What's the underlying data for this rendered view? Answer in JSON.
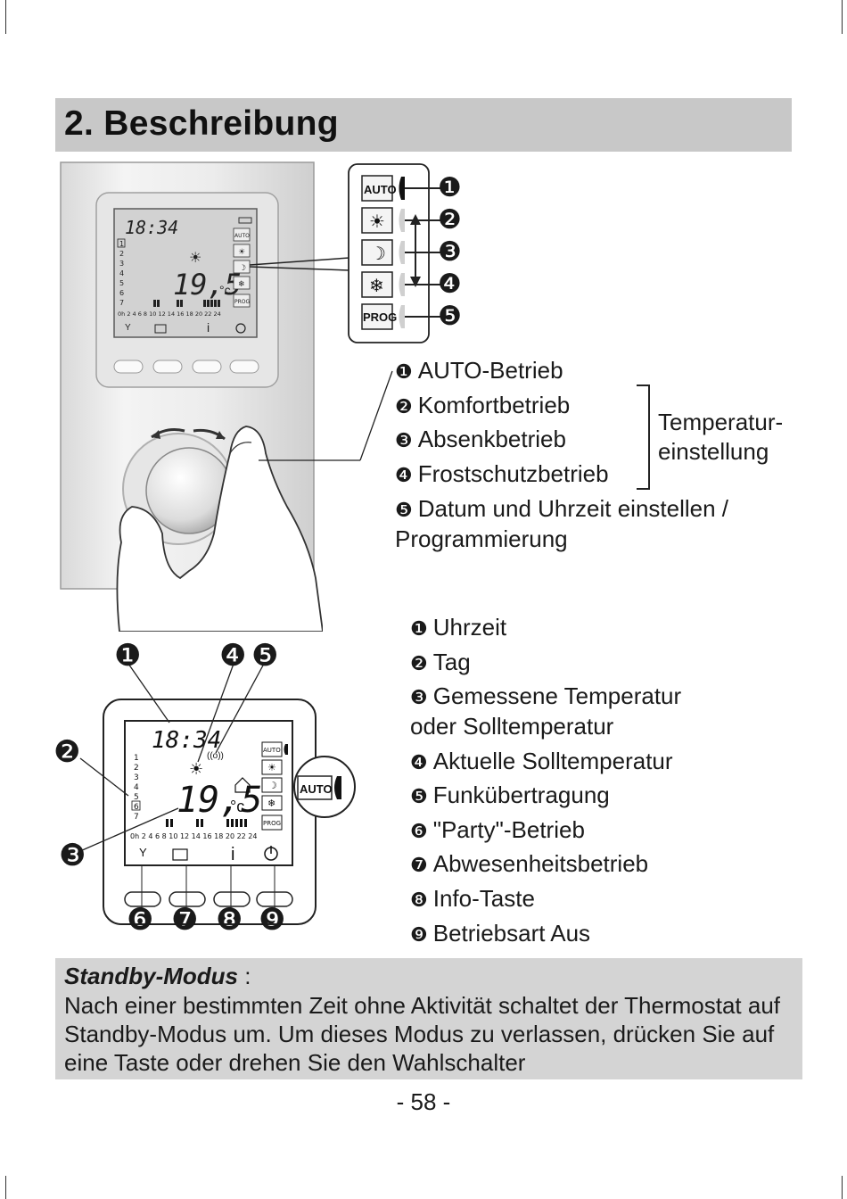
{
  "header": {
    "title": "2. Beschreibung"
  },
  "mode_panel": {
    "buttons": [
      {
        "label": "AUTO",
        "icon": "auto-icon"
      },
      {
        "label": "",
        "icon": "sun-icon"
      },
      {
        "label": "",
        "icon": "moon-icon"
      },
      {
        "label": "",
        "icon": "snowflake-icon"
      },
      {
        "label": "PROG",
        "icon": "prog-icon"
      }
    ],
    "callouts": [
      "❶",
      "❷",
      "❸",
      "❹",
      "❺"
    ]
  },
  "modes": {
    "items": [
      {
        "num": "❶",
        "text": "AUTO-Betrieb"
      },
      {
        "num": "❷",
        "text": "Komfortbetrieb"
      },
      {
        "num": "❸",
        "text": "Absenkbetrieb"
      },
      {
        "num": "❹",
        "text": "Frostschutzbetrieb"
      },
      {
        "num": "❺",
        "text": "Datum und Uhrzeit einstellen /"
      }
    ],
    "item5_cont": "Programmierung",
    "bracket_label_1": "Temperatur-",
    "bracket_label_2": "einstellung"
  },
  "display_legend": {
    "items": [
      {
        "num": "❶",
        "text": "Uhrzeit"
      },
      {
        "num": "❷",
        "text": "Tag"
      },
      {
        "num": "❸",
        "text": "Gemessene Temperatur"
      },
      {
        "num": "❹",
        "text": "Aktuelle Solltemperatur"
      },
      {
        "num": "❺",
        "text": "Funkübertragung"
      },
      {
        "num": "❻",
        "text": "\"Party\"-Betrieb"
      },
      {
        "num": "❼",
        "text": "Abwesenheitsbetrieb"
      },
      {
        "num": "❽",
        "text": "Info-Taste"
      },
      {
        "num": "❾",
        "text": "Betriebsart Aus"
      }
    ],
    "item3_cont": "oder Solltemperatur"
  },
  "lcd": {
    "time": "18:34",
    "temp": "19,5",
    "unit": "°c",
    "days": [
      "1",
      "2",
      "3",
      "4",
      "5",
      "6",
      "7"
    ],
    "hours": "0h 2 4 6 8 10 12 14 16 18 20 22 24",
    "auto": "AUTO",
    "prog": "PROG",
    "callouts_top": [
      "❶",
      "❹",
      "❺"
    ],
    "callouts_left": [
      "❷",
      "❸"
    ],
    "callouts_bottom": [
      "❻",
      "❼",
      "❽",
      "❾"
    ]
  },
  "standby": {
    "title": "Standby-Modus",
    "colon": " :",
    "text": "Nach einer bestimmten Zeit ohne Aktivität schaltet der Thermostat auf Standby-Modus um. Um dieses Modus zu verlassen, drücken Sie auf eine Taste oder drehen Sie den Wahlschalter"
  },
  "footer": {
    "page": "- 58 -"
  }
}
